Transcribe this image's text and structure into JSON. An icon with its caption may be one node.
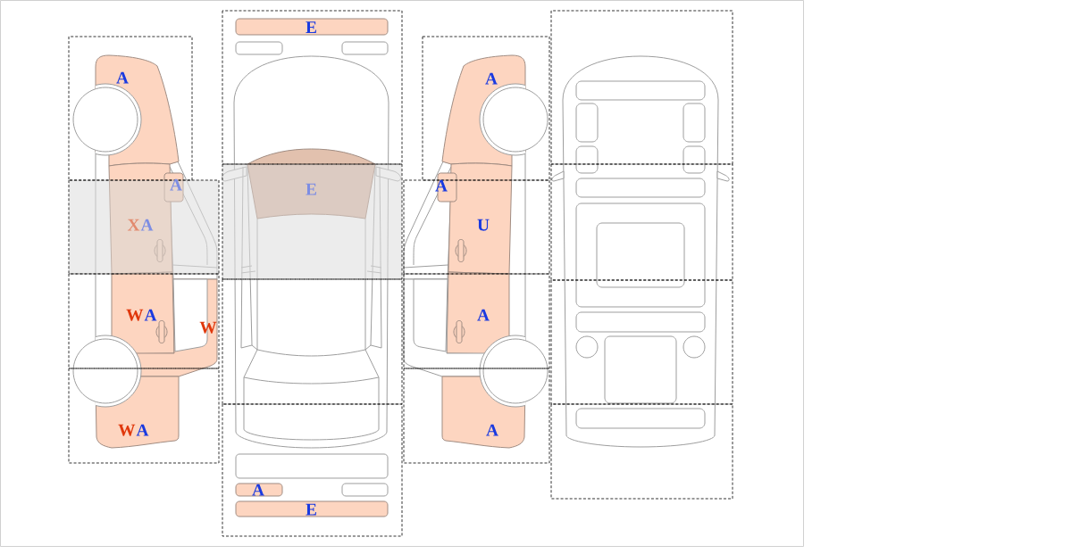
{
  "diagram": {
    "labels": [
      "A",
      "A",
      "X",
      "A",
      "W",
      "A",
      "W",
      "W",
      "A",
      "E",
      "E",
      "A",
      "E",
      "A",
      "A",
      "U",
      "A",
      "A"
    ]
  }
}
